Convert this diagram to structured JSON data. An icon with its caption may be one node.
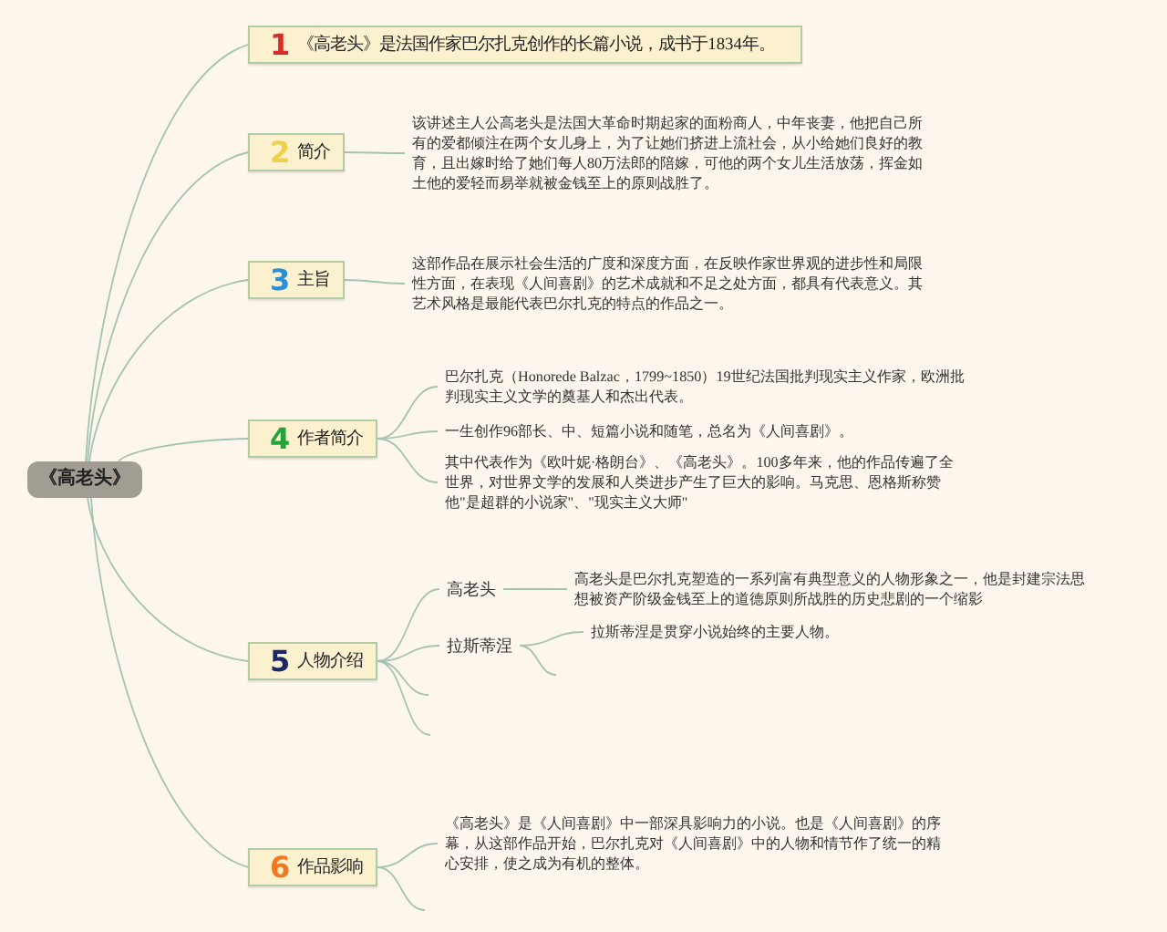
{
  "diagram": {
    "nodes": [
      {
        "text": [
          "《高老头》"
        ]
      },
      {
        "text": [
          "1",
          "《高老头》是法国作家巴尔扎克创作的长篇小说，成书于1834年。"
        ]
      },
      {
        "text": [
          "2",
          "简介"
        ]
      },
      {
        "text": [
          "该讲述主人公高老头是法国大革命时期起家的面粉商人，中年丧妻，他把自己所有的爱都倾注在两个女儿身上，为了让她们挤进上流社会，从小给她们良好的教育，且出嫁时给了她们每人80万法郎的陪嫁，可他的两个女儿生活放荡，挥金如土他的爱轻而易举就被金钱至上的原则战胜了。"
        ]
      },
      {
        "text": [
          "3",
          "主旨"
        ]
      },
      {
        "text": [
          "这部作品在展示社会生活的广度和深度方面，在反映作家世界观的进步性和局限性方面，在表现《人间喜剧》的艺术成就和不足之处方面，都具有代表意义。其艺术风格是最能代表巴尔扎克的特点的作品之一。"
        ]
      },
      {
        "text": [
          "4",
          "作者简介"
        ]
      },
      {
        "text": [
          "巴尔扎克（Honorede Balzac，1799~1850）19世纪法国批判现实主义作家，欧洲批判现实主义文学的奠基人和杰出代表。"
        ]
      },
      {
        "text": [
          "一生创作96部长、中、短篇小说和随笔，总名为《人间喜剧》。"
        ]
      },
      {
        "text": [
          "其中代表作为《欧叶妮·格朗台》、《高老头》。100多年来，他的作品传遍了全世界，对世界文学的发展和人类进步产生了巨大的影响。马克思、恩格斯称赞他\"是超群的小说家\"、\"现实主义大师\""
        ]
      },
      {
        "text": [
          "5",
          "人物介绍"
        ]
      },
      {
        "text": [
          "高老头"
        ]
      },
      {
        "text": [
          "高老头是巴尔扎克塑造的一系列富有典型意义的人物形象之一，他是封建宗法思想被资产阶级金钱至上的道德原则所战胜的历史悲剧的一个缩影"
        ]
      },
      {
        "text": [
          "拉斯蒂涅"
        ]
      },
      {
        "text": [
          "拉斯蒂涅是贯穿小说始终的主要人物。"
        ]
      },
      {
        "text": [
          "6",
          "作品影响"
        ]
      },
      {
        "text": [
          "《高老头》是《人间喜剧》中一部深具影响力的小说。也是《人间喜剧》的序幕，从这部作品开始，巴尔扎克对《人间喜剧》中的人物和情节作了统一的精心安排，使之成为有机的整体。"
        ]
      }
    ],
    "edges": [
      {
        "from": 0,
        "to": 1,
        "arrow": "none"
      },
      {
        "from": 0,
        "to": 2,
        "arrow": "none"
      },
      {
        "from": 2,
        "to": 3,
        "arrow": "none"
      },
      {
        "from": 0,
        "to": 4,
        "arrow": "none"
      },
      {
        "from": 4,
        "to": 5,
        "arrow": "none"
      },
      {
        "from": 0,
        "to": 6,
        "arrow": "none"
      },
      {
        "from": 6,
        "to": 7,
        "arrow": "none"
      },
      {
        "from": 6,
        "to": 8,
        "arrow": "none"
      },
      {
        "from": 6,
        "to": 9,
        "arrow": "none"
      },
      {
        "from": 0,
        "to": 10,
        "arrow": "none"
      },
      {
        "from": 10,
        "to": 11,
        "arrow": "none"
      },
      {
        "from": 11,
        "to": 12,
        "arrow": "none"
      },
      {
        "from": 10,
        "to": 13,
        "arrow": "none"
      },
      {
        "from": 13,
        "to": 14,
        "arrow": "none"
      },
      {
        "from": 13,
        "to": null,
        "arrow": "none"
      },
      {
        "from": 10,
        "to": null,
        "arrow": "none"
      },
      {
        "from": 10,
        "to": null,
        "arrow": "none"
      },
      {
        "from": 0,
        "to": 15,
        "arrow": "none"
      },
      {
        "from": 15,
        "to": 16,
        "arrow": "none"
      },
      {
        "from": 15,
        "to": null,
        "arrow": "none"
      }
    ]
  }
}
